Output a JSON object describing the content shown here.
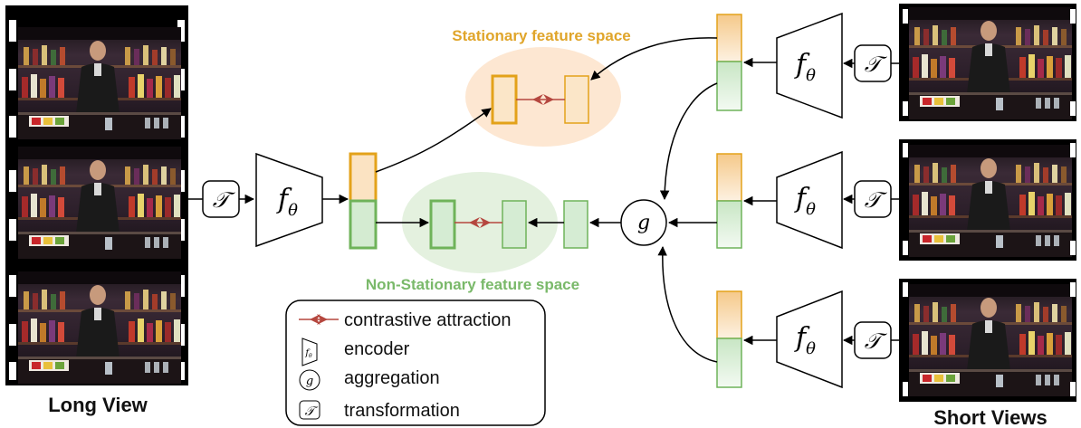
{
  "labels": {
    "long_view": "Long View",
    "short_views": "Short Views",
    "stationary_space": "Stationary feature space",
    "non_stationary_space": "Non-Stationary feature space"
  },
  "symbols": {
    "encoder_symbol": "f",
    "encoder_subscript": "θ",
    "aggregation_symbol": "g",
    "transformation_symbol": "𝒯"
  },
  "legend": {
    "contrastive": "contrastive attraction",
    "encoder": "encoder",
    "aggregation": "aggregation",
    "transformation": "transformation"
  },
  "colors": {
    "stationary": "#e3a21a",
    "stationary_fill": "#fbe6c8",
    "stationary_region": "#fde7d2",
    "non_stationary": "#6fb35a",
    "non_stationary_fill": "#d5ecd3",
    "non_stationary_region": "#e4f1df",
    "attraction": "#b5473f",
    "stationary_text": "#e0a52a",
    "non_stationary_text": "#7ab96a"
  }
}
